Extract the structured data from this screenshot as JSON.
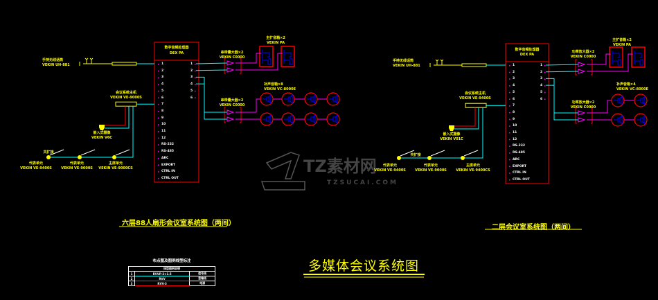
{
  "colors": {
    "background": "#000000",
    "text": "#ffff00",
    "frame": "#ff0000",
    "signal": "#00ffff",
    "speaker_line": "#ff00ff",
    "speaker_box": "#0000ff"
  },
  "left": {
    "processor": {
      "title": "数字音频处理器",
      "model": "DEX PA"
    },
    "inputs": [
      "1",
      "2",
      "3",
      "4",
      "5",
      "6",
      "7",
      "8",
      "9",
      "10",
      "11",
      "12",
      "RS-232",
      "RS-485",
      "ARC",
      "EXPORT",
      "CTRL IN",
      "CTRL OUT"
    ],
    "outputs": [
      "1",
      "2",
      "3",
      "4",
      "5",
      "6"
    ],
    "wireless_mic": {
      "name": "手持无线话筒",
      "model": "VEKIN UH-881"
    },
    "host": {
      "name": "会议系统主机",
      "model": "VEKIN VE-9000S"
    },
    "camera": {
      "name": "嵌入式摄像",
      "model": "VEKIN V6C"
    },
    "amp1": {
      "name": "串带量大器×2",
      "model": "VEKIN C0000"
    },
    "amp2": {
      "name": "串带量大器×2",
      "model": "VEKIN C0000"
    },
    "main_speakers": {
      "name": "主扩音箱×2",
      "model": "VEKIN PA"
    },
    "fill_speakers": {
      "name": "补声音箱×8",
      "model": "VEKIN VC-8000E"
    },
    "mics": [
      {
        "name": "代表单元",
        "model": "VEKIN VE-9400S"
      },
      {
        "name": "代表单元",
        "model": "VEKIN VE-9000S"
      },
      {
        "name": "主席单元",
        "model": "VEKIN VE-9000CS"
      }
    ],
    "splitter": "共扩接",
    "title": "六层88人扇形会议室系统图（两间）"
  },
  "right": {
    "processor": {
      "title": "数字音频处理器",
      "model": "DEX PA"
    },
    "inputs": [
      "1",
      "2",
      "3",
      "4",
      "5",
      "6",
      "7",
      "8",
      "9",
      "10",
      "11",
      "12",
      "RS-232",
      "RS-485",
      "ARC",
      "EXPORT",
      "CTRL IN",
      "CTRL OUT"
    ],
    "outputs": [
      "1",
      "2",
      "3",
      "4",
      "5",
      "6"
    ],
    "wireless_mic": {
      "name": "手持无线话筒",
      "model": "VEKIN UH-881"
    },
    "host": {
      "name": "会议系统主机",
      "model": "VEKIN VE-9400S"
    },
    "camera": {
      "name": "嵌入式摄像",
      "model": "VEKIN V01C"
    },
    "amp1": {
      "name": "功率放大器×2",
      "model": "VEKIN C0000"
    },
    "amp2": {
      "name": "功率放大器×2",
      "model": "VEKIN C0000"
    },
    "main_speakers": {
      "name": "主扩音箱×2",
      "model": "VEKIN PA"
    },
    "fill_speakers": {
      "name": "补声音箱×4",
      "model": "VEKIN VC-8000E"
    },
    "mics": [
      {
        "name": "代表单元",
        "model": "VEKIN VE-9400S"
      },
      {
        "name": "代表单元",
        "model": "VEKIN VE-9000S"
      },
      {
        "name": "主席单元",
        "model": "VEKIN VE-9400CS"
      }
    ],
    "splitter": "共扩接",
    "title": "二层会议室系统图（两间）"
  },
  "main_title": "多媒体会议系统图",
  "legend": {
    "title": "布点图及图例线型标注",
    "header": "线型图例说明",
    "rows": [
      [
        "1",
        "RVVP-2×1.5",
        "信号线"
      ],
      [
        "2",
        "RVV",
        "音箱线"
      ],
      [
        "3",
        "RVV-3",
        "电源"
      ]
    ]
  },
  "watermark": {
    "brand": "TZ素材网",
    "url": "TZSUCAI.COM"
  }
}
